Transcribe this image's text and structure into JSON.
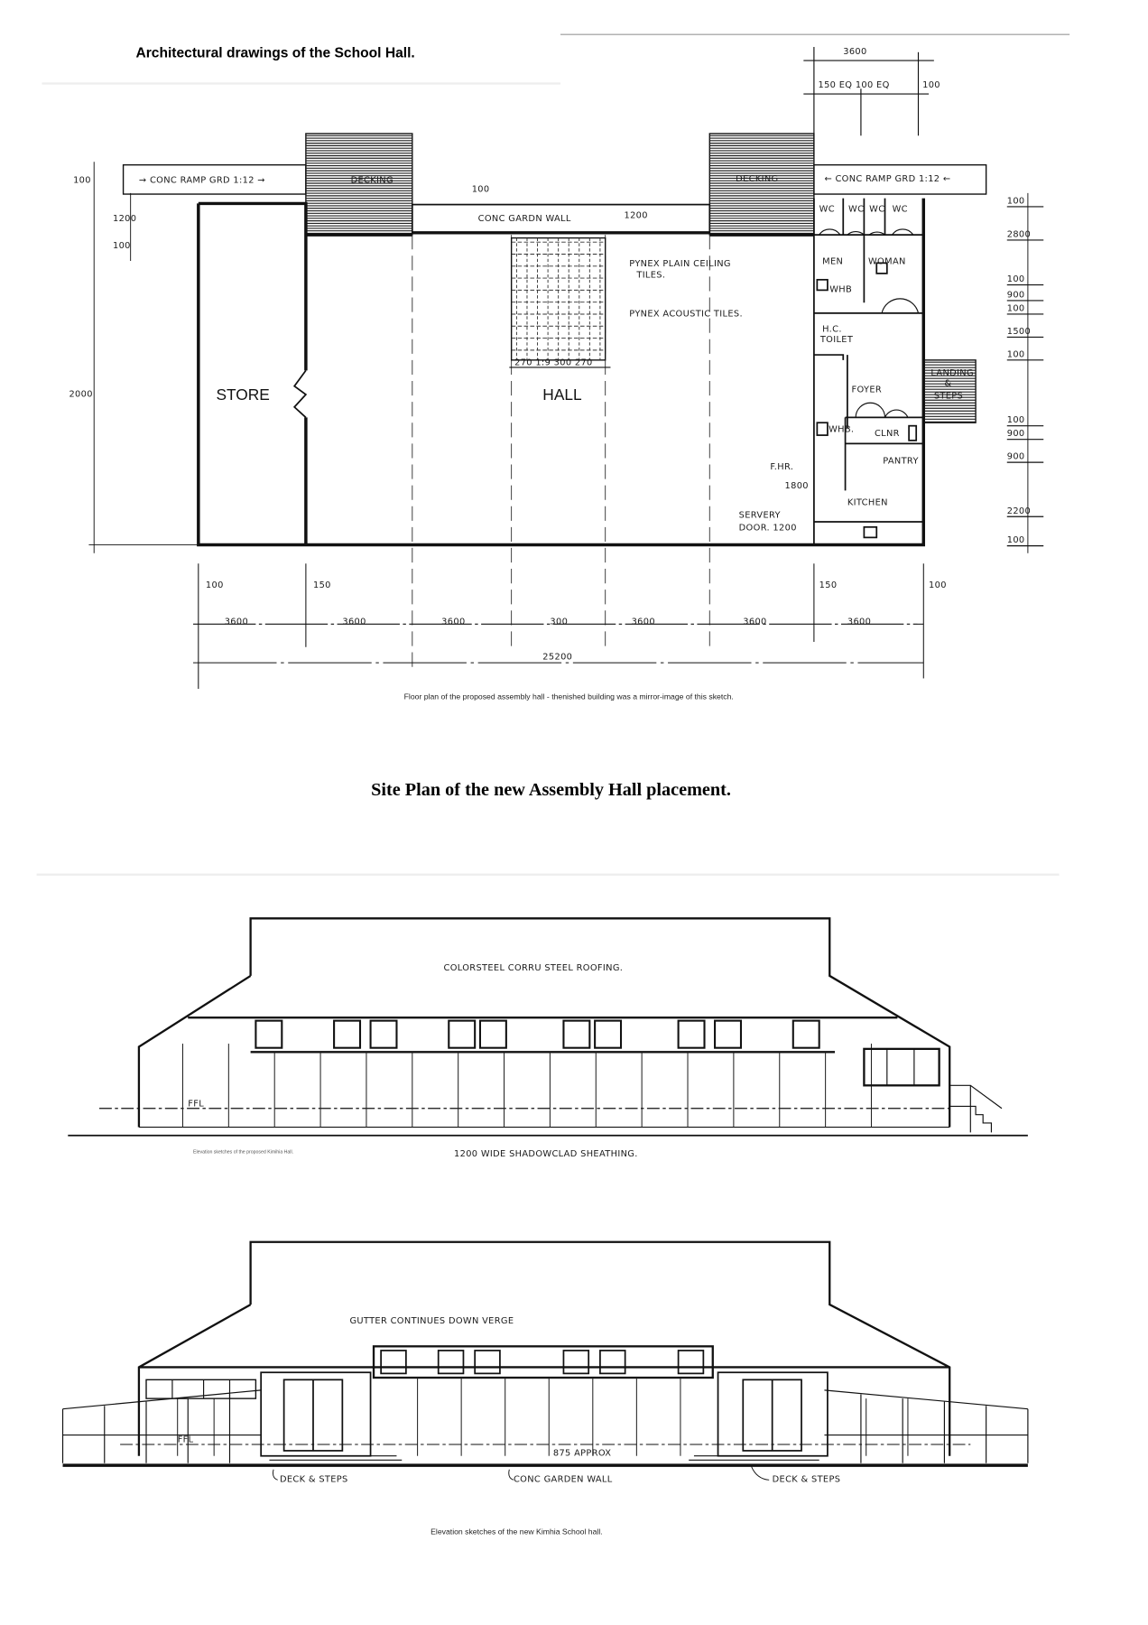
{
  "heading": "Architectural drawings of the School Hall.",
  "floor_plan": {
    "caption": "Floor plan of the proposed assembly hall - thenished building was a mirror-image of this sketch.",
    "rooms": {
      "store": "STORE",
      "hall": "HALL",
      "men": "MEN",
      "woman": "WOMAN",
      "foyer": "FOYER",
      "kitchen": "KITCHEN",
      "clnr": "CLNR",
      "pantry": "PANTRY",
      "hc_toilet_1": "H.C.",
      "hc_toilet_2": "TOILET"
    },
    "labels": {
      "ramp_left": "→ CONC RAMP GRD 1:12 →",
      "ramp_right": "← CONC RAMP GRD 1:12 ←",
      "decking_left": "DECKING",
      "decking_right": "DECKING",
      "garden_wall": "CONC GARDN WALL",
      "garden_wall_dim": "1200",
      "wall_thk": "100",
      "ceiling_tiles_1": "PYNEX PLAIN CEILING",
      "ceiling_tiles_2": "TILES.",
      "acoustic_tiles": "PYNEX ACOUSTIC TILES.",
      "tile_dims": "270 1:9 300 270",
      "wc": "WC",
      "whb": "WHB",
      "whb2": "WHB.",
      "landing_1": "LANDING",
      "landing_2": "&",
      "landing_3": "STEPS",
      "fhr": "F.HR.",
      "dim_1800": "1800",
      "servery_1": "SERVERY",
      "servery_2": "DOOR. 1200"
    },
    "dims_top": {
      "overall": "3600",
      "sub": "150 EQ 100 EQ",
      "end": "100"
    },
    "dims_left": {
      "ramp": "100",
      "a": "1200",
      "b": "100",
      "c": "2000"
    },
    "dims_right": [
      "100",
      "2800",
      "100",
      "900",
      "100",
      "1500",
      "100",
      "100",
      "900",
      "900",
      "2200",
      "100"
    ],
    "dims_bottom_walls": [
      "100",
      "150",
      "150",
      "100"
    ],
    "dims_bottom_bays": [
      "3600",
      "3600",
      "3600",
      "300",
      "3600",
      "3600",
      "3600"
    ],
    "dims_total": "25200"
  },
  "site_plan_heading": "Site Plan of the new Assembly Hall placement.",
  "elevation_1": {
    "roof_note": "COLORSTEEL CORRU STEEL ROOFING.",
    "sheathing_note": "1200 WIDE SHADOWCLAD SHEATHING.",
    "ffl": "FFL",
    "small_caption": "Elevation sketches of the proposed Kimihia Hall."
  },
  "elevation_2": {
    "gutter_note": "GUTTER CONTINUES DOWN VERGE",
    "approx": "875 APPROX",
    "ffl": "FFL",
    "deck_left": "DECK & STEPS",
    "garden_wall": "CONC GARDEN WALL",
    "deck_right": "DECK & STEPS"
  },
  "caption_elevations": "Elevation sketches of the new Kimhia School hall."
}
